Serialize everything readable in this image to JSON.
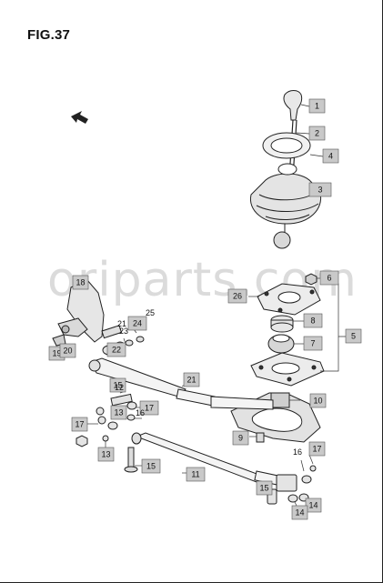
{
  "figure": {
    "title": "FIG.37",
    "watermark": "oriparts.com"
  },
  "callouts": [
    {
      "id": "c1",
      "text": "1"
    },
    {
      "id": "c2",
      "text": "2"
    },
    {
      "id": "c4",
      "text": "4"
    },
    {
      "id": "c3",
      "text": "3"
    },
    {
      "id": "c6",
      "text": "6"
    },
    {
      "id": "c26",
      "text": "26"
    },
    {
      "id": "c8",
      "text": "8"
    },
    {
      "id": "c5",
      "text": "5"
    },
    {
      "id": "c7",
      "text": "7"
    },
    {
      "id": "c18",
      "text": "18"
    },
    {
      "id": "c24",
      "text": "24"
    },
    {
      "id": "c25",
      "text": "25"
    },
    {
      "id": "c21a",
      "text": "21"
    },
    {
      "id": "c22",
      "text": "22"
    },
    {
      "id": "c23",
      "text": "23"
    },
    {
      "id": "c19",
      "text": "19"
    },
    {
      "id": "c20",
      "text": "20"
    },
    {
      "id": "c21b",
      "text": "21"
    },
    {
      "id": "c10",
      "text": "10"
    },
    {
      "id": "c15a",
      "text": "15"
    },
    {
      "id": "c12",
      "text": "12"
    },
    {
      "id": "c17a",
      "text": "17"
    },
    {
      "id": "c13a",
      "text": "13"
    },
    {
      "id": "c16a",
      "text": "16"
    },
    {
      "id": "c17b",
      "text": "17"
    },
    {
      "id": "c9",
      "text": "9"
    },
    {
      "id": "c13b",
      "text": "13"
    },
    {
      "id": "c15b",
      "text": "15"
    },
    {
      "id": "c11",
      "text": "11"
    },
    {
      "id": "c17c",
      "text": "17"
    },
    {
      "id": "c16b",
      "text": "16"
    },
    {
      "id": "c15c",
      "text": "15"
    },
    {
      "id": "c14a",
      "text": "14"
    },
    {
      "id": "c14b",
      "text": "14"
    }
  ]
}
